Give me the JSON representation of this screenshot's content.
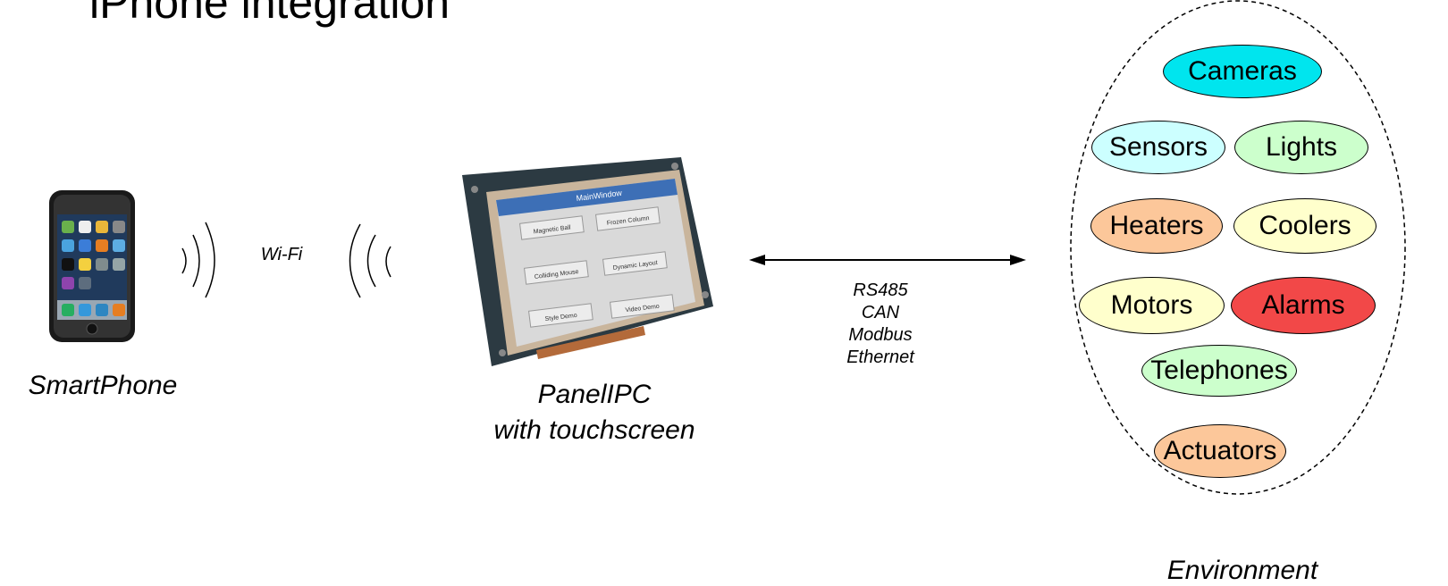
{
  "title": "iPhone integration",
  "devices": {
    "smartphone_label": "SmartPhone",
    "panelpc_label_line1": "PanelIPC",
    "panelpc_label_line2": "with touchscreen"
  },
  "wireless": {
    "label": "Wi-Fi"
  },
  "wired": {
    "protocols": [
      "RS485",
      "CAN",
      "Modbus",
      "Ethernet"
    ]
  },
  "panel_screen": {
    "window_title": "MainWindow",
    "buttons": [
      "Magnetic Ball",
      "Frozen Column",
      "Colliding Mouse",
      "Dynamic Layout",
      "Style Demo",
      "Video Demo"
    ]
  },
  "environment": {
    "label": "Environment",
    "items": [
      {
        "name": "Cameras",
        "color": "#00e5ee"
      },
      {
        "name": "Sensors",
        "color": "#ccffff"
      },
      {
        "name": "Lights",
        "color": "#ccffcc"
      },
      {
        "name": "Heaters",
        "color": "#fcc79a"
      },
      {
        "name": "Coolers",
        "color": "#ffffcc"
      },
      {
        "name": "Motors",
        "color": "#ffffcc"
      },
      {
        "name": "Alarms",
        "color": "#f24848"
      },
      {
        "name": "Telephones",
        "color": "#ccffcc"
      },
      {
        "name": "Actuators",
        "color": "#fcc79a"
      }
    ]
  }
}
